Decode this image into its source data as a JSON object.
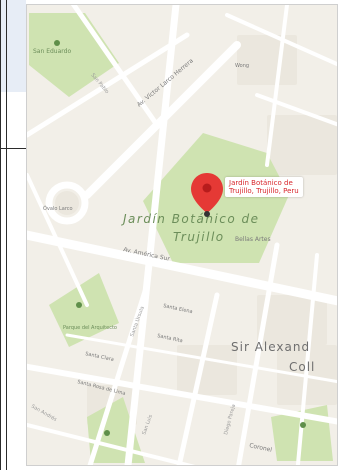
{
  "map": {
    "marker": {
      "icon": "location-pin-icon",
      "color": "#e53935",
      "label_line1": "Jardín Botánico de",
      "label_line2": "Trujillo, Trujillo, Peru"
    },
    "park_name_line1": "Jardín Botánico de",
    "park_name_line2": "Trujillo",
    "streets": {
      "victor_larco": "Av. Víctor Larco Herrera",
      "america_sur": "Av. América Sur",
      "san_pablo": "San Pablo",
      "santa_elena": "Santa Elena",
      "santa_rita": "Santa Rita",
      "santa_clara": "Santa Clara",
      "santa_rosa_lima": "Santa Rosa de Lima",
      "san_andres": "San Andrés",
      "san_luis": "San Luis",
      "santa_ursula": "Santa Úrsula",
      "diego_pareja": "Diego Pareja",
      "coronel": "Coronel",
      "bellas_artes": "Bellas Artes",
      "ovalo_larco": "Óvalo Larco",
      "wong": "Wong",
      "san_eduardo": "San Eduardo",
      "parque_arquitecto": "Parque del Arquitecto"
    },
    "school_line1": "Sir Alexand",
    "school_line2": "Coll",
    "colors": {
      "land": "#f2efe8",
      "road": "#ffffff",
      "park": "#cfe3b1",
      "text": "#7a7a7a",
      "park_text": "#6c8e5a"
    }
  }
}
